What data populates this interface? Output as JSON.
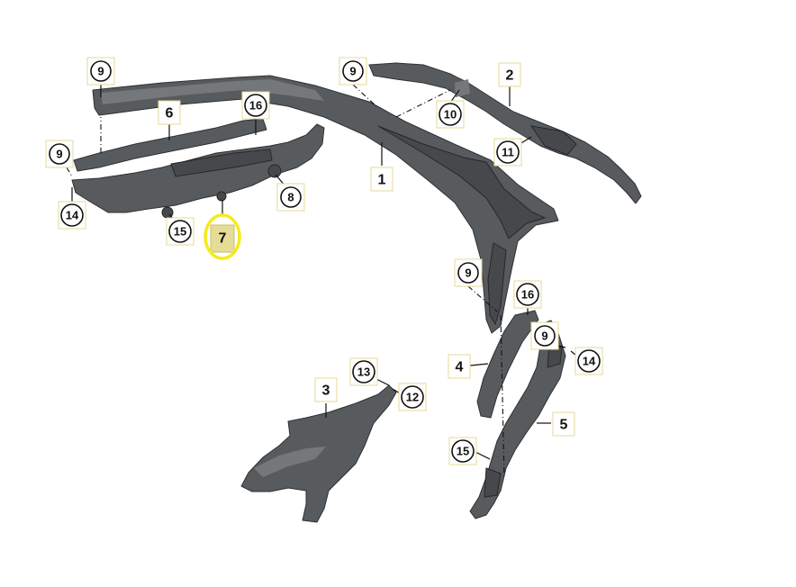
{
  "callouts": {
    "c1": "1",
    "c2": "2",
    "c3": "3",
    "c4": "4",
    "c5": "5",
    "c6": "6",
    "c7": "7",
    "c8": "8",
    "c9a": "9",
    "c9b": "9",
    "c9c": "9",
    "c9d": "9",
    "c9e": "9",
    "c10": "10",
    "c11": "11",
    "c12": "12",
    "c13": "13",
    "c14a": "14",
    "c14b": "14",
    "c15a": "15",
    "c15b": "15",
    "c16a": "16",
    "c16b": "16"
  },
  "highlight": {
    "color": "#f6ea1e",
    "fill": "#e5dd97"
  }
}
